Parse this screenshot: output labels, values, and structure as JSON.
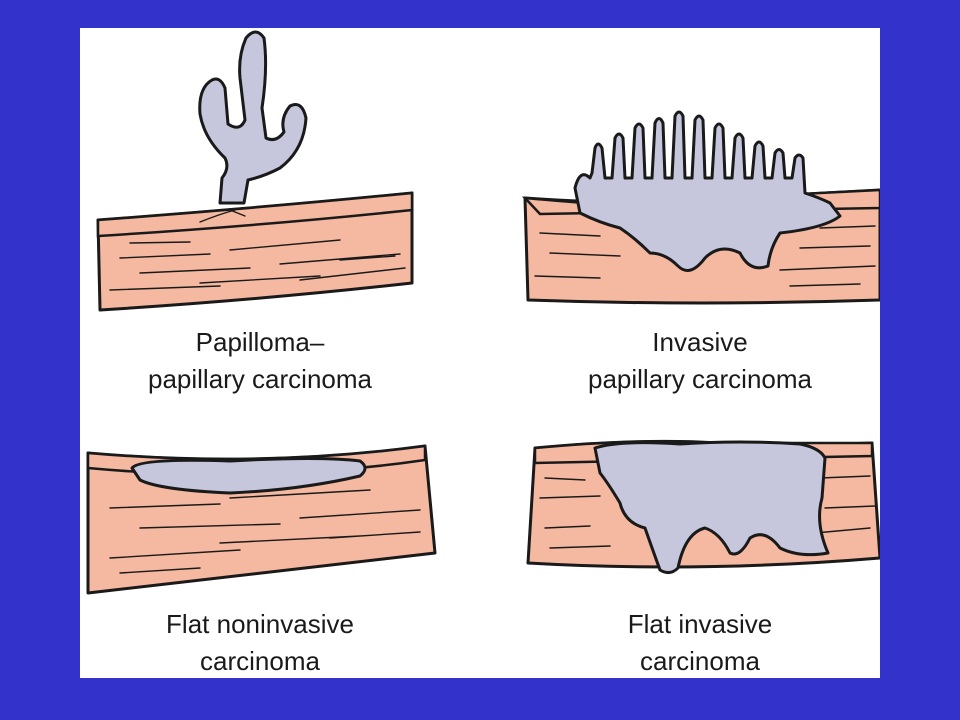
{
  "colors": {
    "background": "#3333cc",
    "panel": "#ffffff",
    "tissue": "#f5b8a0",
    "tumor": "#c6c6dc",
    "outline": "#1a1a1a"
  },
  "panels": [
    {
      "caption_line1": "Papilloma–",
      "caption_line2": "papillary carcinoma"
    },
    {
      "caption_line1": "Invasive",
      "caption_line2": "papillary carcinoma"
    },
    {
      "caption_line1": "Flat noninvasive",
      "caption_line2": "carcinoma"
    },
    {
      "caption_line1": "Flat invasive",
      "caption_line2": "carcinoma"
    }
  ]
}
